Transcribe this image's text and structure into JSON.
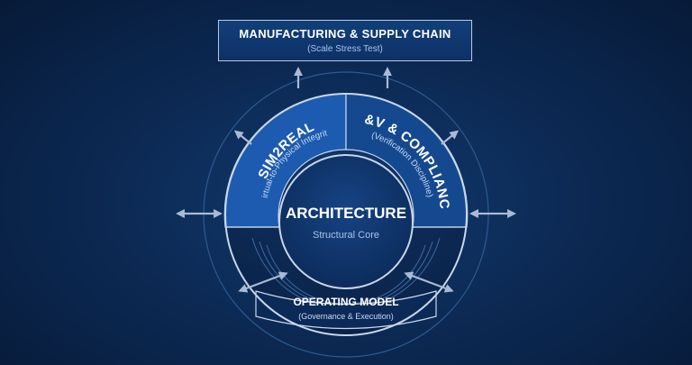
{
  "top_box": {
    "title": "MANUFACTURING & SUPPLY CHAIN",
    "subtitle": "(Scale Stress Test)"
  },
  "core": {
    "title": "ARCHITECTURE",
    "subtitle": "Structural Core"
  },
  "sectors": {
    "left": {
      "title": "SIM2REAL",
      "subtitle": "(Virtual-to-Physical Integrity)"
    },
    "right": {
      "title": "V&V & COMPLIANCE",
      "subtitle": "(Verification Discipline)"
    }
  },
  "bottom": {
    "title": "OPERATING MODEL",
    "subtitle": "(Governance & Execution)"
  },
  "colors": {
    "background": "#0c2a55",
    "sector_left": "#1d5bb0",
    "sector_right": "#15498f",
    "core": "#0e3266",
    "ring_stroke": "#c8d6ea",
    "arrow": "#a9bbd4",
    "accent_text": "#a9c4ea"
  }
}
